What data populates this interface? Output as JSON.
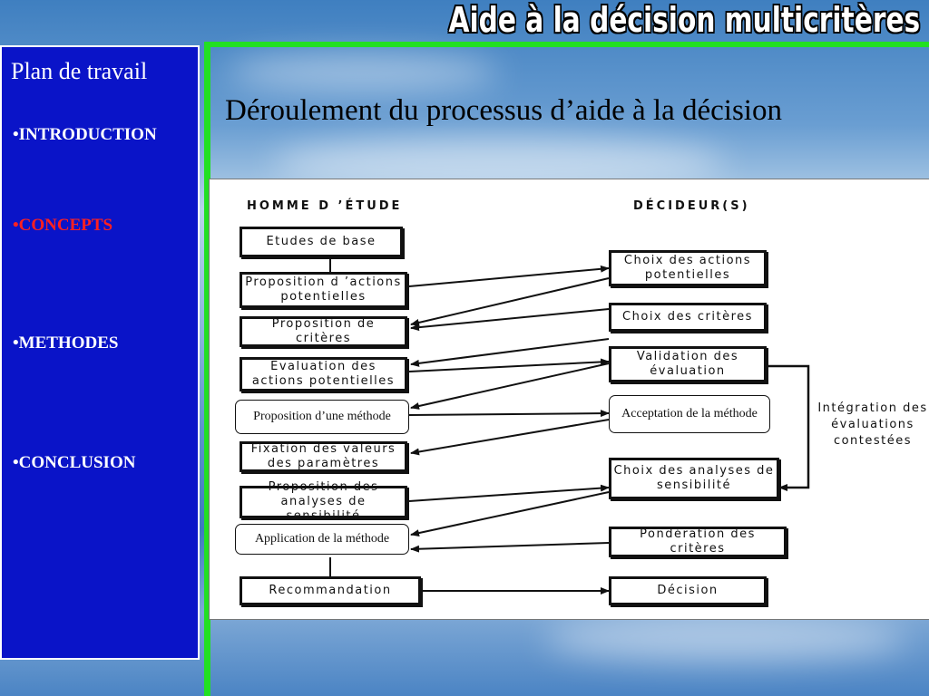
{
  "slide": {
    "title": "Aide à la décision multicritères",
    "heading": "Déroulement du processus d’aide à la décision"
  },
  "sidebar": {
    "title": "Plan de travail",
    "items": [
      {
        "label": "•INTRODUCTION",
        "active": false
      },
      {
        "label": "•CONCEPTS",
        "active": true
      },
      {
        "label": "•METHODES",
        "active": false
      },
      {
        "label": "•CONCLUSION",
        "active": false
      }
    ]
  },
  "colors": {
    "sidebar": "#0a14c8",
    "active_item": "#ff2020",
    "accent_line": "#22e022"
  },
  "diagram": {
    "left_header": "HOMME D ’ÉTUDE",
    "right_header": "DÉCIDEUR(S)",
    "left_steps": [
      "Etudes de base",
      "Proposition d ’actions potentielles",
      "Proposition de critères",
      "Evaluation des actions potentielles",
      "Proposition d’une méthode",
      "Fixation des valeurs des paramètres",
      "Proposition des analyses de sensibilité",
      "Application de la méthode",
      "Recommandation"
    ],
    "right_steps": [
      "Choix des actions potentielles",
      "Choix des critères",
      "Validation des évaluation",
      "Acceptation de la méthode",
      "Choix des analyses de sensibilité",
      "Pondération des critères",
      "Décision"
    ],
    "side_note": "Intégration des évaluations contestées"
  }
}
